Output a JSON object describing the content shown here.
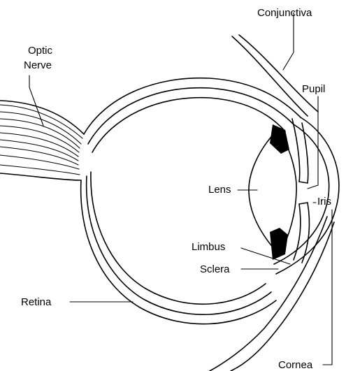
{
  "labels": {
    "conjunctiva": "Conjunctiva",
    "optic_nerve_line1": "Optic",
    "optic_nerve_line2": "Nerve",
    "pupil": "Pupil",
    "lens": "Lens",
    "iris": "Iris",
    "limbus": "Limbus",
    "sclera": "Sclera",
    "retina": "Retina",
    "cornea": "Cornea"
  }
}
